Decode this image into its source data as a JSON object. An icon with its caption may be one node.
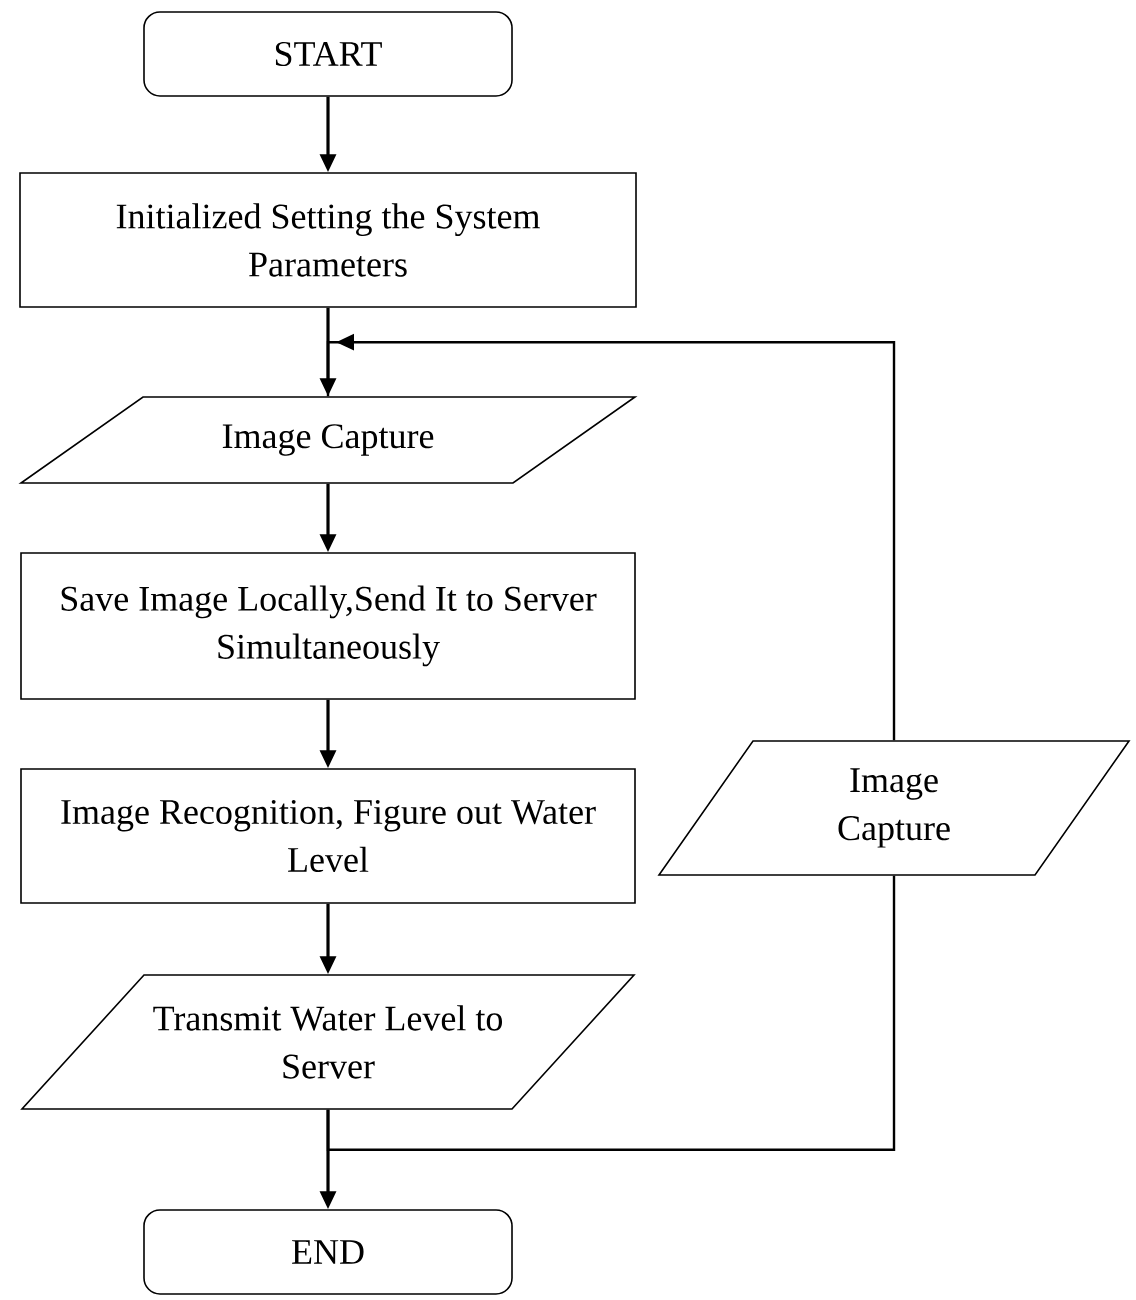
{
  "diagram": {
    "nodes": [
      {
        "text": [
          "START"
        ]
      },
      {
        "text": [
          "Initialized Setting the System Parameters"
        ]
      },
      {
        "text": [
          "Image Capture"
        ]
      },
      {
        "text": [
          "Save Image Locally,Send It to Server Simultaneously"
        ]
      },
      {
        "text": [
          "Image Recognition, Figure out Water Level"
        ]
      },
      {
        "text": [
          "Transmit Water Level to Server"
        ]
      },
      {
        "text": [
          "END"
        ]
      },
      {
        "text": [
          "Image Capture"
        ]
      }
    ],
    "edges": [
      {
        "from": 0,
        "to": 1,
        "arrow": "to"
      },
      {
        "from": 1,
        "to": 2,
        "arrow": "to"
      },
      {
        "from": 2,
        "to": 3,
        "arrow": "to"
      },
      {
        "from": 3,
        "to": 4,
        "arrow": "to"
      },
      {
        "from": 4,
        "to": 5,
        "arrow": "to"
      },
      {
        "from": 5,
        "to": 6,
        "arrow": "to"
      },
      {
        "from": 5,
        "to": 7,
        "arrow": "none"
      },
      {
        "from": 7,
        "to": 2,
        "arrow": "to"
      }
    ]
  }
}
